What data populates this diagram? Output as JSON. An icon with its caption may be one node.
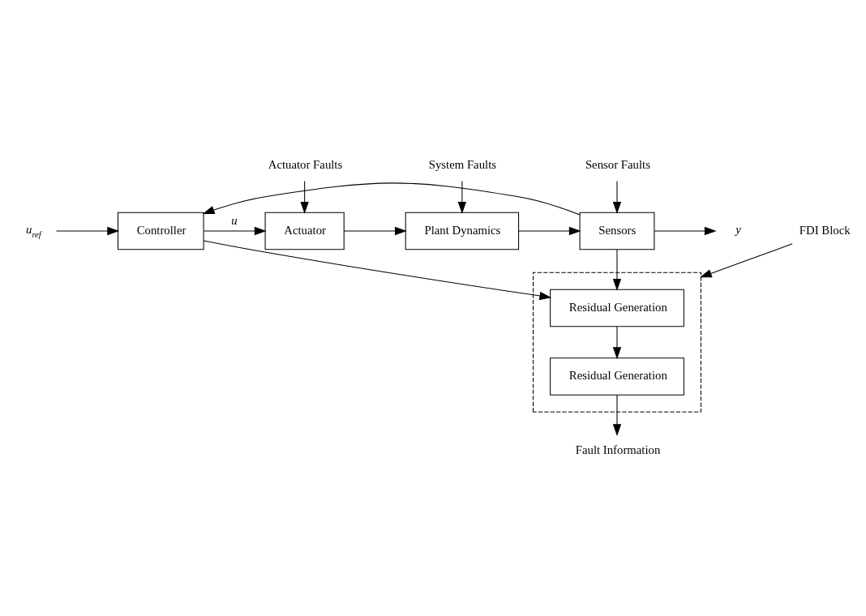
{
  "diagram": {
    "nodes": [
      {
        "text": [
          "u$_{ref}$"
        ]
      },
      {
        "text": [
          "Controller"
        ]
      },
      {
        "text": [
          "Actuator Faults"
        ]
      },
      {
        "text": [
          "Actuator"
        ]
      },
      {
        "text": [
          "System Faults"
        ]
      },
      {
        "text": [
          "Plant Dynamics"
        ]
      },
      {
        "text": [
          "Sensor Faults"
        ]
      },
      {
        "text": [
          "Sensors"
        ]
      },
      {
        "text": [
          "y"
        ]
      },
      {
        "text": [],
        "shape": "box"
      },
      {
        "text": [
          "Residual Generation"
        ],
        "in": 9
      },
      {
        "text": [
          "Residual Generation"
        ],
        "in": 9
      },
      {
        "text": [
          "FDI Block"
        ]
      },
      {
        "text": [
          "Fault Information"
        ]
      }
    ],
    "edges": [
      {
        "from": 0,
        "to": 1,
        "arrow": "to"
      },
      {
        "from": 1,
        "to": 3,
        "arrow": "to",
        "label": "u"
      },
      {
        "from": 1,
        "to": 10,
        "arrow": "to"
      },
      {
        "from": 2,
        "to": 3,
        "arrow": "to"
      },
      {
        "from": 3,
        "to": 5,
        "arrow": "to"
      },
      {
        "from": 4,
        "to": 5,
        "arrow": "to"
      },
      {
        "from": 5,
        "to": 7,
        "arrow": "to"
      },
      {
        "from": 6,
        "to": 7,
        "arrow": "to"
      },
      {
        "from": 7,
        "to": 8,
        "arrow": "to"
      },
      {
        "from": 7,
        "to": 1,
        "arrow": "to"
      },
      {
        "from": 7,
        "to": 10,
        "arrow": "to"
      },
      {
        "from": 10,
        "to": 11,
        "arrow": "to"
      },
      {
        "from": 12,
        "to": 9,
        "arrow": "to"
      },
      {
        "from": 11,
        "to": 13,
        "arrow": "to"
      }
    ]
  }
}
